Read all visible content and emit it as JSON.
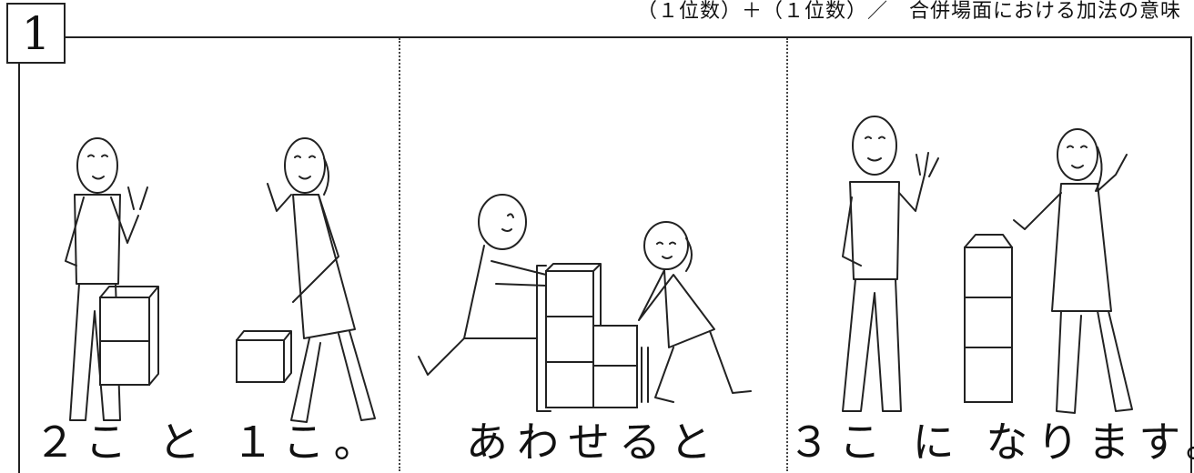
{
  "header": {
    "topic": "（１位数）＋（１位数）／　合併場面における加法の意味"
  },
  "problem_number": "1",
  "panels": [
    {
      "caption": "２こ と １こ。"
    },
    {
      "caption": "あわせると"
    },
    {
      "caption": "３こ に なります。"
    }
  ]
}
